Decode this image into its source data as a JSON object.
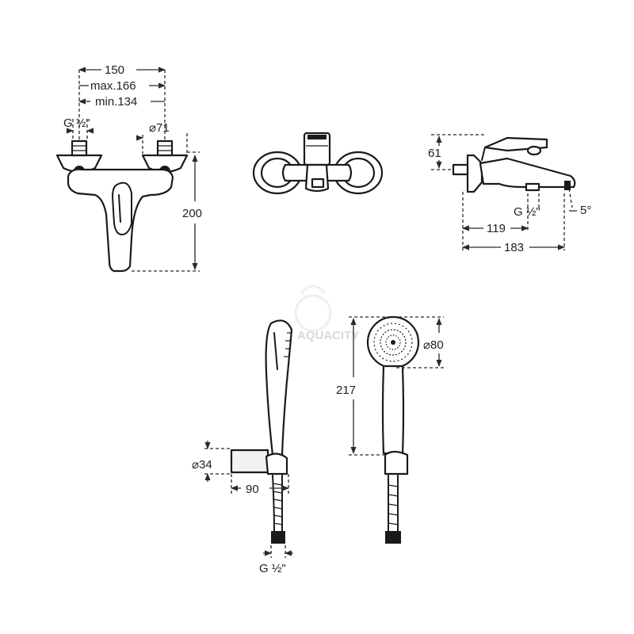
{
  "dimensions": {
    "width_150": "150",
    "width_max": "max.166",
    "width_min": "min.134",
    "thread_front": "G ½\"",
    "diameter_71": "⌀71",
    "height_200": "200",
    "side_61": "61",
    "side_thread": "G ½\"",
    "angle_5": "5°",
    "side_119": "119",
    "side_183": "183",
    "holder_34": "⌀34",
    "holder_90": "90",
    "hose_thread": "G ½\"",
    "shower_217": "217",
    "shower_80": "⌀80"
  },
  "watermark": "AQUACITY"
}
